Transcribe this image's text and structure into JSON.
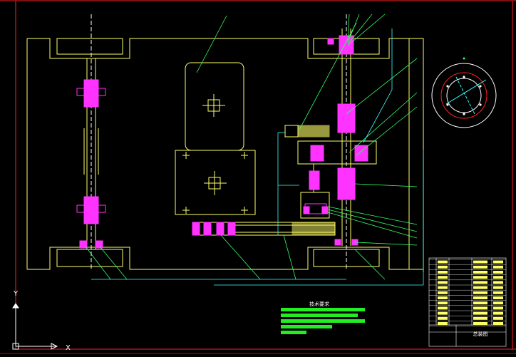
{
  "drawing": {
    "title_block_name": "总装图",
    "notes_heading": "技术要求"
  },
  "ucs": {
    "y_label": "Y",
    "x_label": "X"
  },
  "colors": {
    "background": "#000000",
    "frame": "#ff2020",
    "outline": "#ffff66",
    "part_magenta": "#ff33ff",
    "leader_green": "#33ff66",
    "dimension_cyan": "#33ffff",
    "white": "#ffffff",
    "note_bars": "#22ee22"
  }
}
